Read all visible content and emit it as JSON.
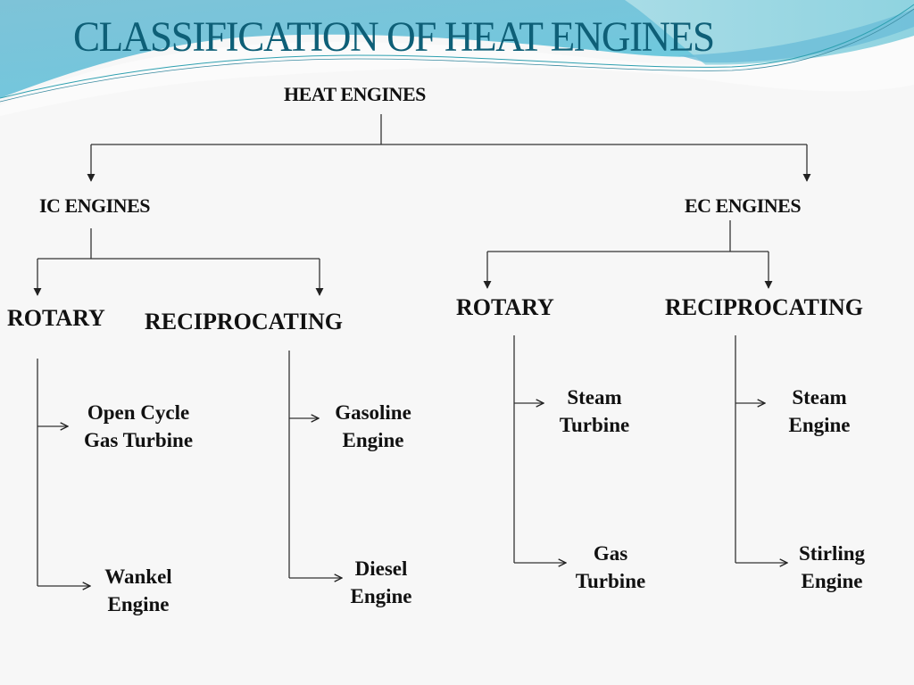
{
  "slide": {
    "title": "CLASSIFICATION OF HEAT ENGINES",
    "colors": {
      "title": "#0e5f77",
      "wave_dark": "#6fbfd6",
      "wave_light": "#a6dde6",
      "lines": "#222222",
      "text": "#111111"
    }
  },
  "tree": {
    "root": "HEAT ENGINES",
    "ic": {
      "label": "IC ENGINES",
      "rotary": {
        "label": "ROTARY",
        "leaves": [
          {
            "line1": "Open Cycle",
            "line2": "Gas Turbine"
          },
          {
            "line1": "Wankel",
            "line2": "Engine"
          }
        ]
      },
      "reciprocating": {
        "label": "RECIPROCATING",
        "leaves": [
          {
            "line1": "Gasoline",
            "line2": "Engine"
          },
          {
            "line1": "Diesel",
            "line2": "Engine"
          }
        ]
      }
    },
    "ec": {
      "label": "EC ENGINES",
      "rotary": {
        "label": "ROTARY",
        "leaves": [
          {
            "line1": "Steam",
            "line2": "Turbine"
          },
          {
            "line1": "Gas",
            "line2": "Turbine"
          }
        ]
      },
      "reciprocating": {
        "label": "RECIPROCATING",
        "leaves": [
          {
            "line1": "Steam",
            "line2": "Engine"
          },
          {
            "line1": "Stirling",
            "line2": "Engine"
          }
        ]
      }
    }
  }
}
